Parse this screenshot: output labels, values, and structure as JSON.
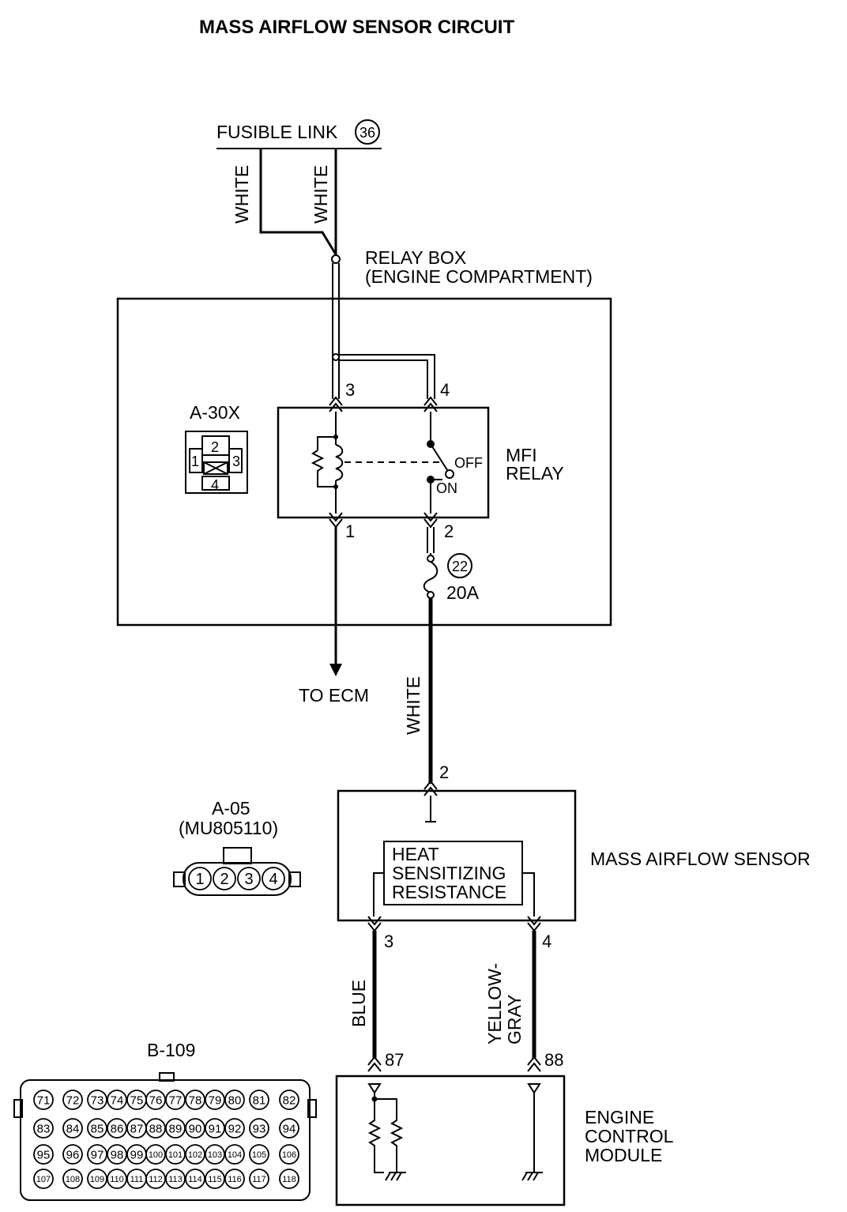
{
  "title": "MASS AIRFLOW SENSOR CIRCUIT",
  "fusible_link": {
    "label": "FUSIBLE LINK",
    "number": "36"
  },
  "wires": {
    "fusible_left": "WHITE",
    "fusible_right": "WHITE",
    "relay_to_sensor": "WHITE",
    "sensor_pin3": "BLUE",
    "sensor_pin4_line1": "YELLOW-",
    "sensor_pin4_line2": "GRAY"
  },
  "relay_box": {
    "label_line1": "RELAY BOX",
    "label_line2": "(ENGINE COMPARTMENT)",
    "connector_id": "A-30X",
    "connector_pins": [
      "1",
      "2",
      "3",
      "4"
    ],
    "relay_label_line1": "MFI",
    "relay_label_line2": "RELAY",
    "switch_off": "OFF",
    "switch_on": "ON",
    "pins": {
      "p1": "1",
      "p2": "2",
      "p3": "3",
      "p4": "4"
    },
    "fuse_number": "22",
    "fuse_rating": "20A"
  },
  "to_ecm": "TO ECM",
  "mass_airflow_sensor": {
    "label": "MASS AIRFLOW SENSOR",
    "element_line1": "HEAT",
    "element_line2": "SENSITIZING",
    "element_line3": "RESISTANCE",
    "pins": {
      "p2": "2",
      "p3": "3",
      "p4": "4"
    },
    "connector_id": "A-05",
    "connector_part": "(MU805110)",
    "connector_pins": [
      "1",
      "2",
      "3",
      "4"
    ]
  },
  "ecm": {
    "label_line1": "ENGINE",
    "label_line2": "CONTROL",
    "label_line3": "MODULE",
    "pins": {
      "p87": "87",
      "p88": "88"
    },
    "connector_id": "B-109",
    "connector_rows": [
      [
        "71",
        "72",
        "73",
        "74",
        "75",
        "76",
        "77",
        "78",
        "79",
        "80",
        "81",
        "82"
      ],
      [
        "83",
        "84",
        "85",
        "86",
        "87",
        "88",
        "89",
        "90",
        "91",
        "92",
        "93",
        "94"
      ],
      [
        "95",
        "96",
        "97",
        "98",
        "99",
        "100",
        "101",
        "102",
        "103",
        "104",
        "105",
        "106"
      ],
      [
        "107",
        "108",
        "109",
        "110",
        "111",
        "112",
        "113",
        "114",
        "115",
        "116",
        "117",
        "118"
      ]
    ]
  }
}
